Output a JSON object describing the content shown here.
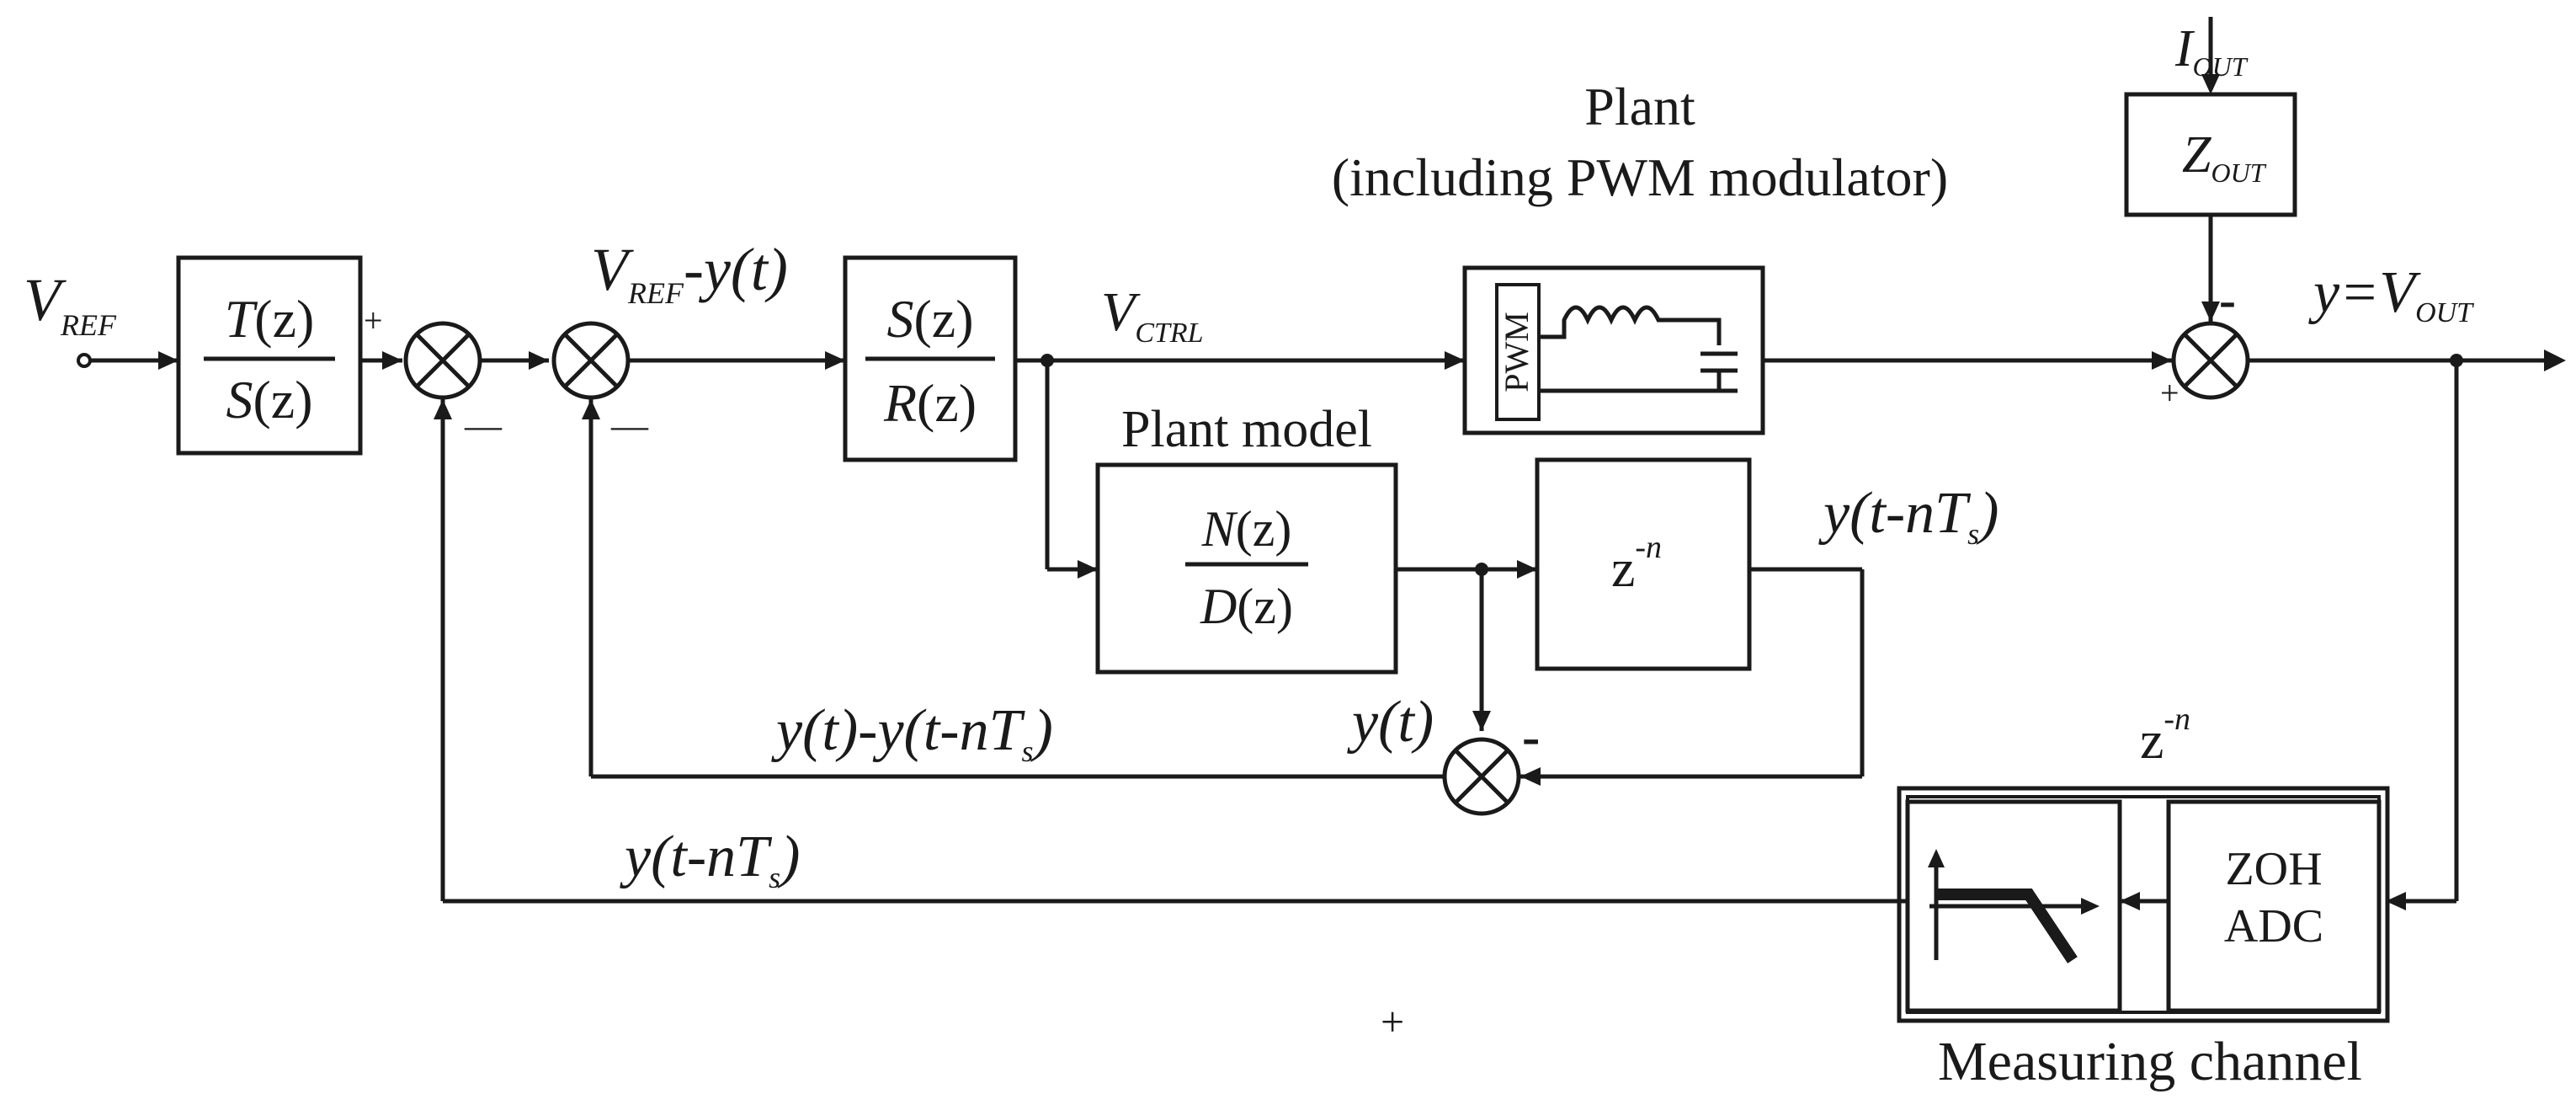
{
  "blocks": {
    "prefilter": {
      "num_fn": "T",
      "den_fn": "S",
      "var": "z"
    },
    "controller": {
      "num_fn": "S",
      "den_fn": "R",
      "var": "z"
    },
    "plant_model": {
      "label": "Plant model",
      "num_fn": "N",
      "den_fn": "D",
      "var": "z"
    },
    "delay": {
      "base": "z",
      "exp": "-n"
    },
    "zout": {
      "main": "Z",
      "sub": "OUT"
    },
    "pwm": {
      "label": "PWM"
    }
  },
  "plant": {
    "line1": "Plant",
    "line2": "(including PWM modulator)"
  },
  "measuring": {
    "label": "Measuring channel",
    "delay_base": "z",
    "delay_exp": "-n",
    "zoh": "ZOH",
    "adc": "ADC"
  },
  "signals": {
    "vref_main": "V",
    "vref_sub": "REF",
    "err1_v": "V",
    "err1_sub": "REF",
    "err1_rest": "-y(t)",
    "vctrl_main": "V",
    "vctrl_sub": "CTRL",
    "iout_main": "I",
    "iout_sub": "OUT",
    "y_out_pre": "y=V",
    "y_out_sub": "OUT",
    "ydelay_main": "y(t-nT",
    "ydelay_sub": "s",
    "ydelay_end": ")",
    "ydiff_main": "y(t)-y(t-nT",
    "ydiff_sub": "s",
    "ydiff_end": ")",
    "yt": "y(t)",
    "yfb_main": "y(t-nT",
    "yfb_sub": "s",
    "yfb_end": ")"
  },
  "signs": {
    "s1_plus": "+",
    "s1_minus": "—",
    "s2_minus": "—",
    "s3_minus": "-",
    "s3_plus": "+",
    "s4_minus": "-",
    "stray_plus": "+"
  }
}
